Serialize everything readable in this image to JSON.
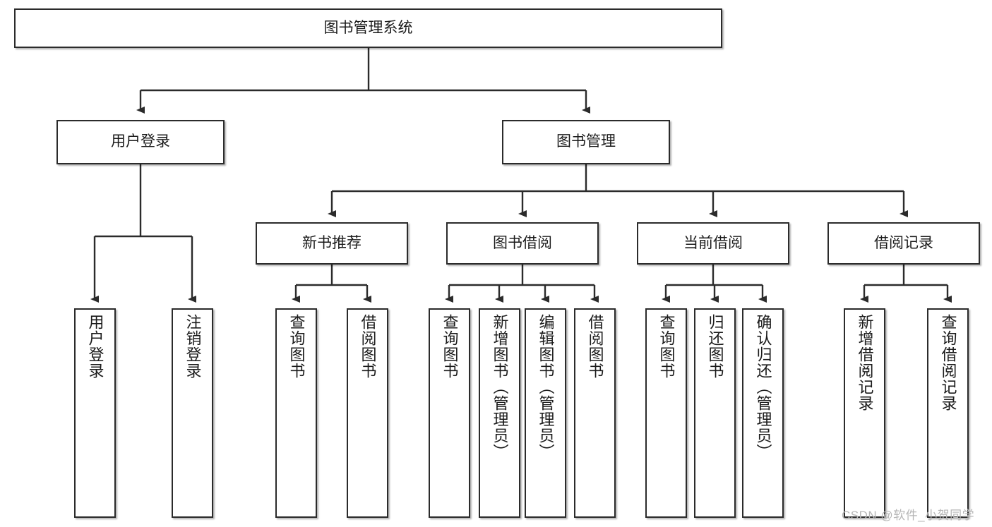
{
  "diagram": {
    "type": "tree-hierarchy",
    "title": "图书管理系统",
    "style": {
      "box_fill": "#ffffff",
      "box_stroke": "#2b2b2b",
      "line_color": "#2b2b2b",
      "background": "#ffffff",
      "watermark_color": "#b6b6b6"
    },
    "root": {
      "label": "图书管理系统"
    },
    "level2": [
      {
        "label": "用户登录"
      },
      {
        "label": "图书管理"
      }
    ],
    "level3": [
      {
        "label": "新书推荐"
      },
      {
        "label": "图书借阅"
      },
      {
        "label": "当前借阅"
      },
      {
        "label": "借阅记录"
      }
    ],
    "leaves": {
      "user_login": [
        {
          "label": "用户登录"
        },
        {
          "label": "注销登录"
        }
      ],
      "new_book_recommend": [
        {
          "label": "查询图书"
        },
        {
          "label": "借阅图书"
        }
      ],
      "book_borrow": [
        {
          "label": "查询图书"
        },
        {
          "label": "新增图书（管理员）"
        },
        {
          "label": "编辑图书（管理员）"
        },
        {
          "label": "借阅图书"
        }
      ],
      "current_borrow": [
        {
          "label": "查询图书"
        },
        {
          "label": "归还图书"
        },
        {
          "label": "确认归还（管理员）"
        }
      ],
      "borrow_record": [
        {
          "label": "新增借阅记录"
        },
        {
          "label": "查询借阅记录"
        }
      ]
    },
    "watermark": "CSDN @软件_小贺同学"
  }
}
